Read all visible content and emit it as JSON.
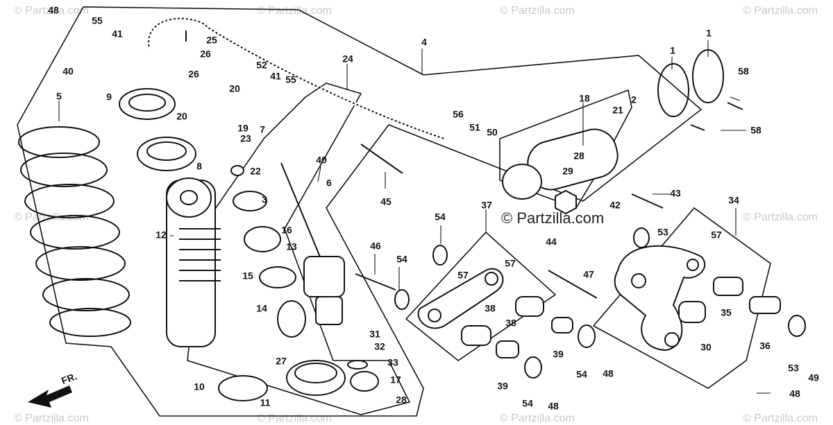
{
  "watermark_text": "© Partzilla.com",
  "center_credit": "© Partzilla.com",
  "front_indicator": "FR.",
  "callouts": [
    "1",
    "2",
    "3",
    "4",
    "5",
    "6",
    "7",
    "8",
    "9",
    "10",
    "11",
    "12",
    "13",
    "14",
    "15",
    "16",
    "17",
    "18",
    "19",
    "20",
    "21",
    "22",
    "23",
    "24",
    "25",
    "26",
    "27",
    "28",
    "29",
    "30",
    "31",
    "32",
    "33",
    "34",
    "35",
    "36",
    "37",
    "38",
    "39",
    "40",
    "41",
    "42",
    "43",
    "44",
    "45",
    "46",
    "47",
    "48",
    "49",
    "50",
    "51",
    "52",
    "53",
    "54",
    "55",
    "56",
    "57",
    "58"
  ]
}
